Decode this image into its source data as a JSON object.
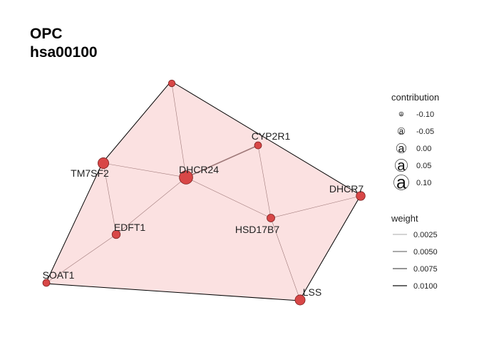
{
  "title": {
    "line1": "OPC",
    "line2": "hsa00100"
  },
  "colors": {
    "hull_fill": "#f7c8c8",
    "hull_stroke": "#000000",
    "node_fill": "#d84747",
    "node_stroke": "#7a1f1f",
    "edge": "#a07a7a",
    "label": "#222222"
  },
  "graph": {
    "nodes": [
      {
        "id": "top",
        "label": "",
        "contribution": -0.08
      },
      {
        "id": "CYP2R1",
        "label": "CYP2R1",
        "contribution": -0.07
      },
      {
        "id": "TM7SF2",
        "label": "TM7SF2",
        "contribution": 0.03
      },
      {
        "id": "DHCR24",
        "label": "DHCR24",
        "contribution": 0.1
      },
      {
        "id": "DHCR7",
        "label": "DHCR7",
        "contribution": -0.02
      },
      {
        "id": "HSD17B7",
        "label": "HSD17B7",
        "contribution": -0.05
      },
      {
        "id": "EDFT1",
        "label": "EDFT1",
        "contribution": -0.04
      },
      {
        "id": "SOAT1",
        "label": "SOAT1",
        "contribution": -0.07
      },
      {
        "id": "LSS",
        "label": "LSS",
        "contribution": 0.01
      }
    ],
    "edges": [
      {
        "source": "top",
        "target": "DHCR24",
        "weight": 0.0025
      },
      {
        "source": "TM7SF2",
        "target": "DHCR24",
        "weight": 0.0025
      },
      {
        "source": "TM7SF2",
        "target": "EDFT1",
        "weight": 0.0025
      },
      {
        "source": "DHCR24",
        "target": "CYP2R1",
        "weight": 0.01
      },
      {
        "source": "DHCR24",
        "target": "HSD17B7",
        "weight": 0.0025
      },
      {
        "source": "DHCR24",
        "target": "EDFT1",
        "weight": 0.0025
      },
      {
        "source": "CYP2R1",
        "target": "HSD17B7",
        "weight": 0.0025
      },
      {
        "source": "HSD17B7",
        "target": "DHCR7",
        "weight": 0.0025
      },
      {
        "source": "HSD17B7",
        "target": "LSS",
        "weight": 0.0025
      },
      {
        "source": "EDFT1",
        "target": "SOAT1",
        "weight": 0.0025
      }
    ]
  },
  "legend": {
    "contribution": {
      "title": "contribution",
      "items": [
        {
          "label": "-0.10",
          "value": -0.1
        },
        {
          "label": "-0.05",
          "value": -0.05
        },
        {
          "label": "0.00",
          "value": 0.0
        },
        {
          "label": "0.05",
          "value": 0.05
        },
        {
          "label": "0.10",
          "value": 0.1
        }
      ],
      "key_glyph": "a"
    },
    "weight": {
      "title": "weight",
      "items": [
        {
          "label": "0.0025",
          "value": 0.0025
        },
        {
          "label": "0.0050",
          "value": 0.005
        },
        {
          "label": "0.0075",
          "value": 0.0075
        },
        {
          "label": "0.0100",
          "value": 0.01
        }
      ]
    }
  }
}
